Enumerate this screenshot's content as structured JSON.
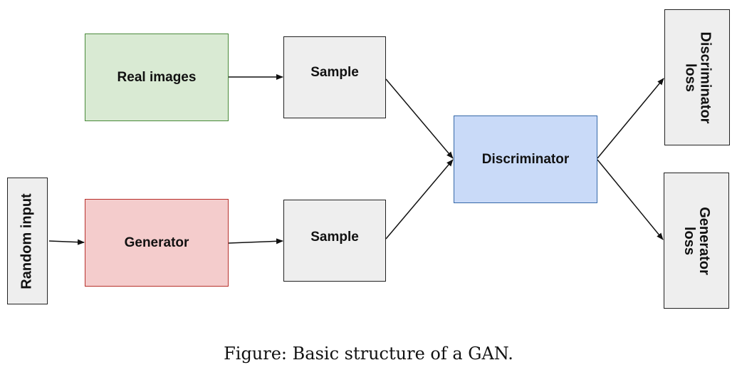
{
  "nodes": {
    "real_images": "Real images",
    "sample_top": "Sample",
    "sample_bottom": "Sample",
    "generator": "Generator",
    "random_input": "Random input",
    "discriminator": "Discriminator",
    "discriminator_loss_line1": "Discriminator",
    "discriminator_loss_line2": "loss",
    "generator_loss_line1": "Generator",
    "generator_loss_line2": "loss"
  },
  "caption": "Figure: Basic structure of a GAN.",
  "colors": {
    "real_images_fill": "#d9ead3",
    "generator_fill": "#f4cccc",
    "discriminator_fill": "#c9daf8",
    "neutral_fill": "#eeeeee"
  },
  "edges": [
    {
      "from": "real_images",
      "to": "sample_top"
    },
    {
      "from": "random_input",
      "to": "generator"
    },
    {
      "from": "generator",
      "to": "sample_bottom"
    },
    {
      "from": "sample_top",
      "to": "discriminator"
    },
    {
      "from": "sample_bottom",
      "to": "discriminator"
    },
    {
      "from": "discriminator",
      "to": "discriminator_loss"
    },
    {
      "from": "discriminator",
      "to": "generator_loss"
    }
  ]
}
